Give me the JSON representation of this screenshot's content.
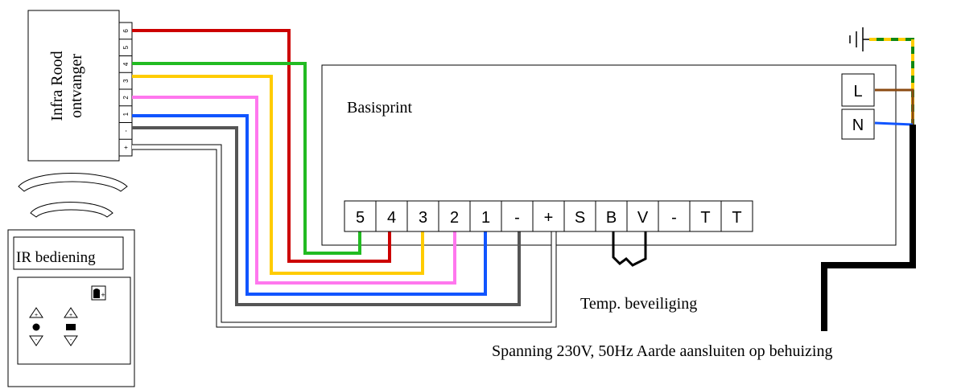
{
  "receiver": {
    "title_line1": "Infra Rood",
    "title_line2": "ontvanger",
    "pins": [
      "6",
      "5",
      "4",
      "3",
      "2",
      "1",
      "-",
      "+"
    ]
  },
  "remote": {
    "label": "IR bediening"
  },
  "board": {
    "label": "Basisprint",
    "terminals": [
      "5",
      "4",
      "3",
      "2",
      "1",
      "-",
      "+",
      "S",
      "B",
      "V",
      "-",
      "T",
      "T"
    ]
  },
  "power": {
    "terminal_l": "L",
    "terminal_n": "N"
  },
  "labels": {
    "temp": "Temp. beveiliging",
    "supply": "Spanning 230V, 50Hz Aarde aansluiten op behuizing"
  },
  "colors": {
    "red": "#cc0000",
    "green": "#22bb22",
    "yellow": "#ffcc00",
    "pink": "#ff77ee",
    "blue": "#1155ff",
    "gray": "#555555",
    "brown": "#8b4a12",
    "earth_green": "#118811",
    "earth_yellow": "#ffcc00",
    "black": "#000000"
  }
}
